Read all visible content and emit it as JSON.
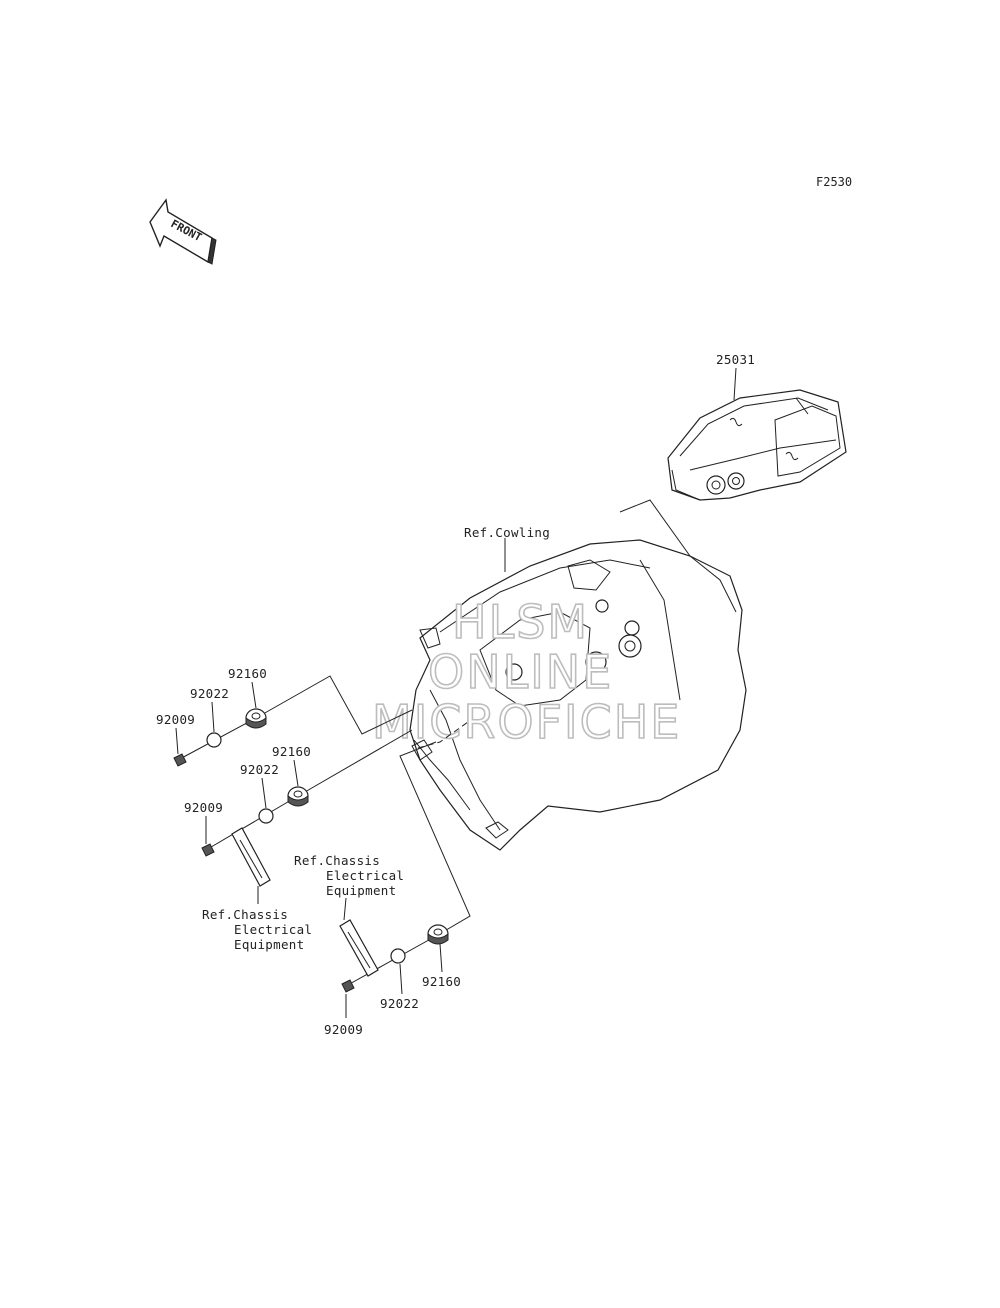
{
  "figure_code": "F2530",
  "front_arrow_text": "FRONT",
  "watermark": [
    "HLSM",
    "ONLINE",
    "MICROFICHE"
  ],
  "parts": {
    "meter": "25031",
    "cowling_ref": "Ref.Cowling",
    "group_a": {
      "grommet": "92160",
      "washer": "92022",
      "bolt": "92009"
    },
    "group_b": {
      "grommet": "92160",
      "washer": "92022",
      "bolt": "92009"
    },
    "group_c": {
      "grommet": "92160",
      "washer": "92022",
      "bolt": "92009"
    },
    "chassis_ref_1": [
      "Ref.Chassis",
      "Electrical",
      "Equipment"
    ],
    "chassis_ref_2": [
      "Ref.Chassis",
      "Electrical",
      "Equipment"
    ]
  }
}
